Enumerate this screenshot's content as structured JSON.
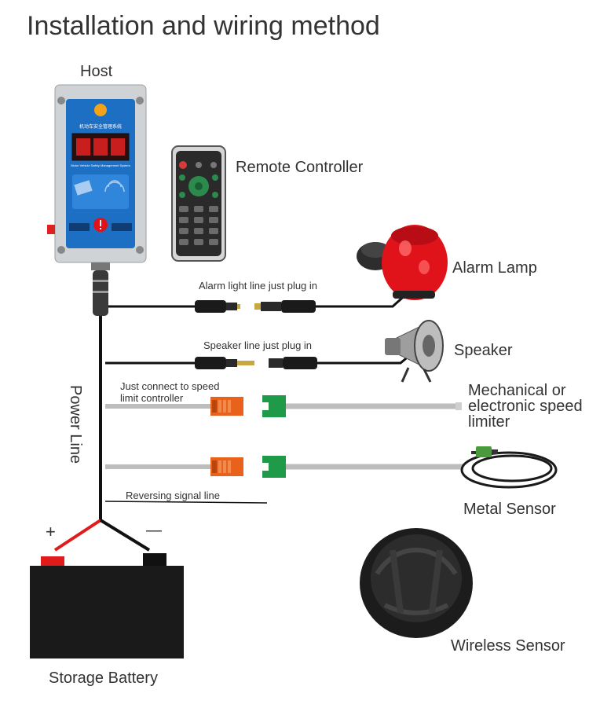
{
  "title": "Installation and wiring method",
  "labels": {
    "host": "Host",
    "remote_controller": "Remote Controller",
    "alarm_lamp": "Alarm Lamp",
    "speaker": "Speaker",
    "speed_limiter_line1": "Mechanical or",
    "speed_limiter_line2": "electronic speed",
    "speed_limiter_line3": "limiter",
    "metal_sensor": "Metal Sensor",
    "wireless_sensor": "Wireless Sensor",
    "storage_battery": "Storage Battery",
    "power_line": "Power Line",
    "plus": "+",
    "minus": "—"
  },
  "wires": {
    "alarm_line": "Alarm light line just plug in",
    "speaker_line": "Speaker line just plug in",
    "speed_controller_line1": "Just connect to speed",
    "speed_controller_line2": "limit controller",
    "reversing_line": "Reversing signal line"
  },
  "host_panel": {
    "chinese_title": "机动车安全管理系统",
    "english_title": "Motor Vehicle Safety Management System"
  },
  "colors": {
    "host_blue": "#1d6fc4",
    "display_red": "#c81e1e",
    "lamp_red": "#e0121a",
    "connector_orange": "#e8621c",
    "connector_green": "#1f9a48",
    "wire_gray": "#bdbdbd",
    "wire_black": "#111111",
    "battery_red": "#e01b1b"
  }
}
